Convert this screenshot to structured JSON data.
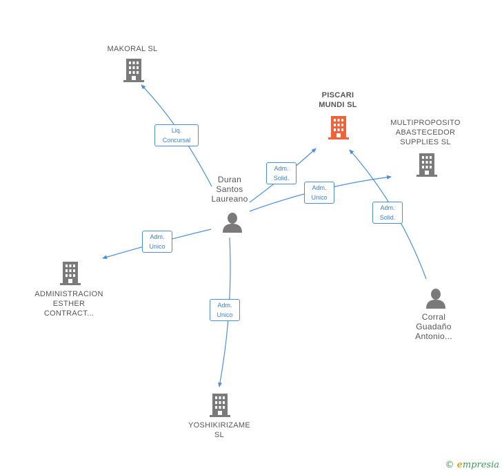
{
  "nodes": {
    "makoral": {
      "lines": [
        "MAKORAL SL"
      ]
    },
    "piscari": {
      "lines": [
        "PISCARI",
        "MUNDI  SL"
      ]
    },
    "multiproposito": {
      "lines": [
        "MULTIPROPOSITO",
        "ABASTECEDOR",
        "SUPPLIES  SL"
      ]
    },
    "duran": {
      "lines": [
        "Duran",
        "Santos",
        "Laureano"
      ]
    },
    "administracion": {
      "lines": [
        "ADMINISTRACION",
        "ESTHER",
        "CONTRACT..."
      ]
    },
    "corral": {
      "lines": [
        "Corral",
        "Guadaño",
        "Antonio..."
      ]
    },
    "yoshikirizame": {
      "lines": [
        "YOSHIKIRIZAME",
        "SL"
      ]
    }
  },
  "edges": {
    "duran_makoral": {
      "lines": [
        "Liq.",
        "Concursal"
      ]
    },
    "duran_piscari": {
      "lines": [
        "Adm.",
        "Solid."
      ]
    },
    "duran_multiproposito": {
      "lines": [
        "Adm.",
        "Unico"
      ]
    },
    "duran_administracion": {
      "lines": [
        "Adm.",
        "Unico"
      ]
    },
    "duran_yoshikirizame": {
      "lines": [
        "Adm.",
        "Unico"
      ]
    },
    "corral_piscari": {
      "lines": [
        "Adm.",
        "Solid."
      ]
    }
  },
  "colors": {
    "edge": "#4a8fdc",
    "company_icon": "#7a7a7a",
    "focus_icon": "#f0623a",
    "person_icon": "#7a7a7a"
  },
  "footer": {
    "copyright": "©",
    "brand_initial": "e",
    "brand_rest": "mpresia"
  }
}
